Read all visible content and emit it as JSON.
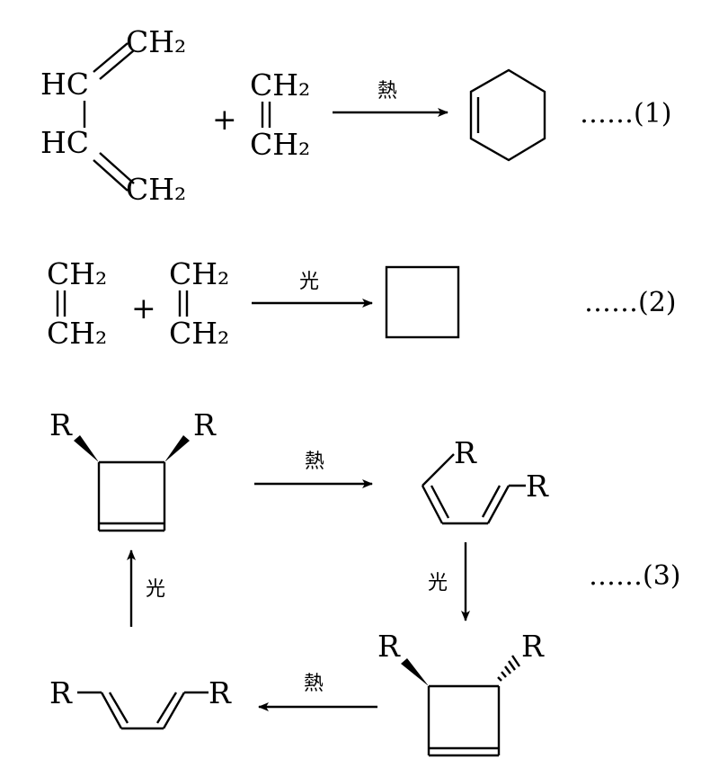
{
  "formulas": {
    "ch2": "CH₂",
    "hc": "HC",
    "r": "R"
  },
  "operators": {
    "plus": "+"
  },
  "conditions": {
    "heat": "熱",
    "light": "光"
  },
  "equation_labels": {
    "eq1": "……(1)",
    "eq2": "……(2)",
    "eq3": "……(3)"
  }
}
